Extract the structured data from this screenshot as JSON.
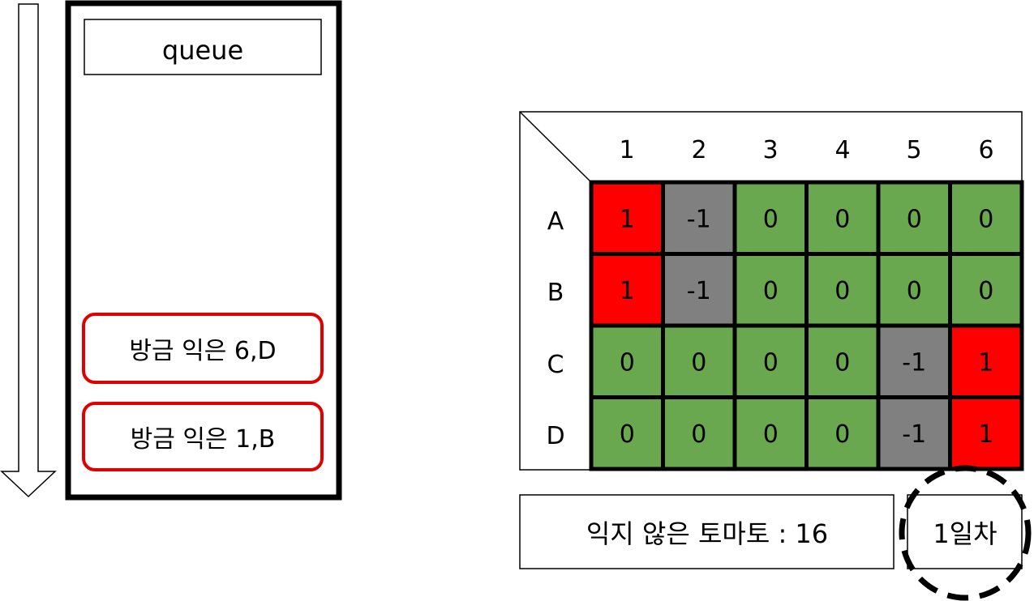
{
  "queue": {
    "title": "queue",
    "items": [
      "방금 익은 6,D",
      "방금 익은 1,B"
    ]
  },
  "grid": {
    "column_headers": [
      "1",
      "2",
      "3",
      "4",
      "5",
      "6"
    ],
    "row_headers": [
      "A",
      "B",
      "C",
      "D"
    ],
    "cells": [
      [
        "1",
        "-1",
        "0",
        "0",
        "0",
        "0"
      ],
      [
        "1",
        "-1",
        "0",
        "0",
        "0",
        "0"
      ],
      [
        "0",
        "0",
        "0",
        "0",
        "-1",
        "1"
      ],
      [
        "0",
        "0",
        "0",
        "0",
        "-1",
        "1"
      ]
    ]
  },
  "status": {
    "unripe_count": "익지 않은 토마토 : 16",
    "day": "1일차"
  },
  "colors": {
    "ripe": "#ff0000",
    "empty": "#808080",
    "unripe": "#6aa84f",
    "highlight_border": "#e00000",
    "border": "#000000"
  }
}
